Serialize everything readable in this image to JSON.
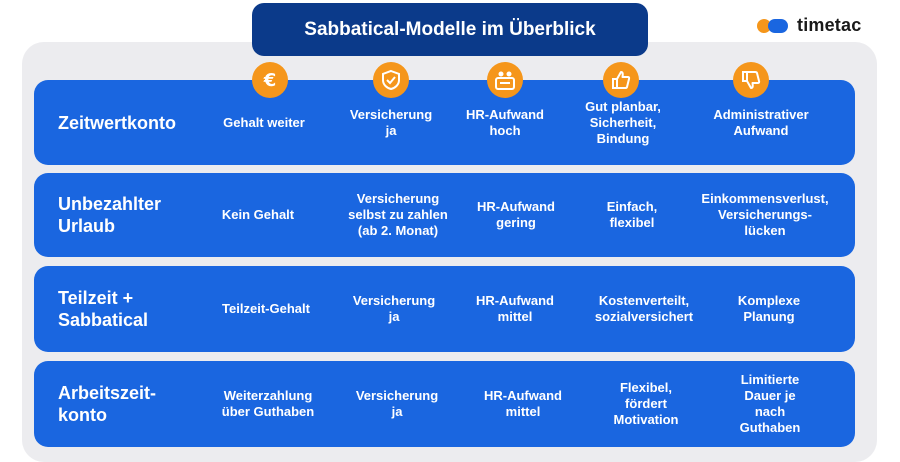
{
  "title": "Sabbatical-Modelle im Überblick",
  "logo": {
    "text": "timetac"
  },
  "colors": {
    "accent_blue": "#1a66e0",
    "title_blue": "#0b3a8a",
    "orange": "#f5961b",
    "panel": "#ececef"
  },
  "icons": [
    "euro-icon",
    "shield-check-icon",
    "hr-team-icon",
    "thumbs-up-icon",
    "thumbs-down-icon"
  ],
  "rows": [
    {
      "name": "Zeitwertkonto",
      "cells": [
        "Gehalt weiter",
        "Versicherung\nja",
        "HR-Aufwand\nhoch",
        "Gut planbar,\nSicherheit,\nBindung",
        "Administrativer\nAufwand"
      ]
    },
    {
      "name": "Unbezahlter\nUrlaub",
      "cells": [
        "Kein Gehalt",
        "Versicherung\nselbst zu zahlen\n(ab 2. Monat)",
        "HR-Aufwand\ngering",
        "Einfach,\nflexibel",
        "Einkommensverlust,\nVersicherungs-\nlücken"
      ]
    },
    {
      "name": "Teilzeit +\nSabbatical",
      "cells": [
        "Teilzeit-Gehalt",
        "Versicherung\nja",
        "HR-Aufwand\nmittel",
        "Kostenverteilt,\nsozialversichert",
        "Komplexe\nPlanung"
      ]
    },
    {
      "name": "Arbeitszeit-\nkonto",
      "cells": [
        "Weiterzahlung\nüber Guthaben",
        "Versicherung\nja",
        "HR-Aufwand\nmittel",
        "Flexibel,\nfördert\nMotivation",
        "Limitierte\nDauer je nach\nGuthaben"
      ]
    }
  ]
}
